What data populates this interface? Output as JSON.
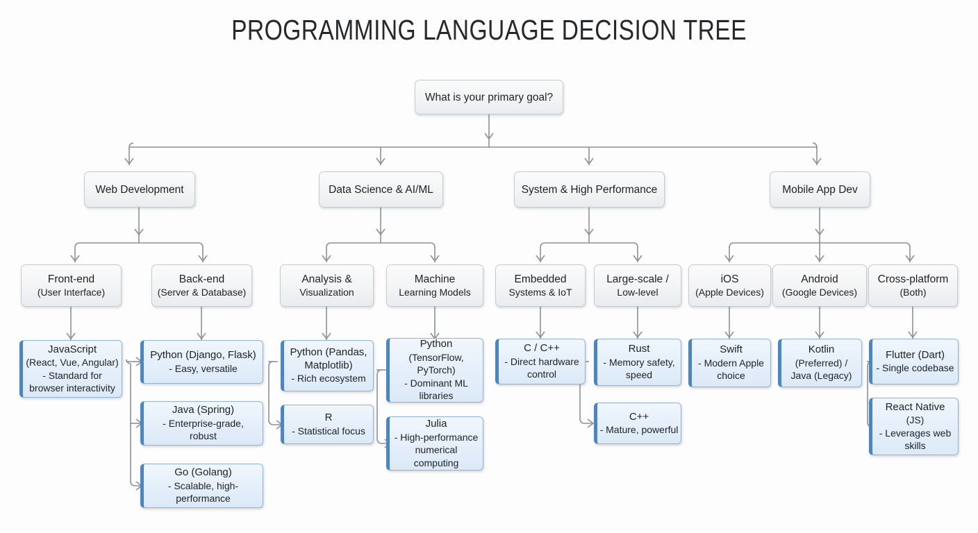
{
  "title": "PROGRAMMING LANGUAGE DECISION TREE",
  "colors": {
    "background": "#fdfdfd",
    "title_text": "#26292c",
    "connector": "#8b9096",
    "decision_fill": "#f2f4f5",
    "decision_border": "#c6cbd0",
    "leaf_fill": "#e4eefa",
    "leaf_border": "#8fb4da",
    "leaf_accent": "#4a86c5"
  },
  "root": {
    "id": "root",
    "label": "What is your primary goal?"
  },
  "branches": [
    {
      "id": "web-development",
      "label": "Web Development",
      "categories": [
        {
          "id": "front-end",
          "line1": "Front-end",
          "line2": "(User Interface)",
          "leaves": [
            {
              "id": "javascript",
              "lines": [
                "JavaScript",
                "(React, Vue, Angular)",
                "- Standard for",
                "browser interactivity"
              ]
            }
          ]
        },
        {
          "id": "back-end",
          "line1": "Back-end",
          "line2": "(Server & Database)",
          "leaves": [
            {
              "id": "python-django-flask",
              "lines": [
                "Python (Django, Flask)",
                "- Easy, versatile"
              ]
            },
            {
              "id": "java-spring",
              "lines": [
                "Java (Spring)",
                "- Enterprise-grade,",
                "robust"
              ]
            },
            {
              "id": "go-golang",
              "lines": [
                "Go (Golang)",
                "- Scalable, high-",
                "performance"
              ]
            }
          ]
        }
      ]
    },
    {
      "id": "data-science-ai-ml",
      "label": "Data Science & AI/ML",
      "categories": [
        {
          "id": "analysis-visualization",
          "line1": "Analysis &",
          "line2": "Visualization",
          "leaves": [
            {
              "id": "python-pandas-matplotlib",
              "lines": [
                "Python (Pandas,",
                "Matplotlib)",
                "- Rich ecosystem"
              ]
            },
            {
              "id": "r-language",
              "lines": [
                "R",
                "- Statistical focus"
              ]
            }
          ]
        },
        {
          "id": "machine-learning-models",
          "line1": "Machine",
          "line2": "Learning Models",
          "leaves": [
            {
              "id": "python-tensorflow-pytorch",
              "lines": [
                "Python",
                "(TensorFlow,",
                "PyTorch)",
                "- Dominant ML",
                "libraries"
              ]
            },
            {
              "id": "julia",
              "lines": [
                "Julia",
                "- High-performance",
                "numerical",
                "computing"
              ]
            }
          ]
        }
      ]
    },
    {
      "id": "system-high-performance",
      "label": "System & High Performance",
      "categories": [
        {
          "id": "embedded-systems-iot",
          "line1": "Embedded",
          "line2": "Systems & IoT",
          "leaves": [
            {
              "id": "c-cpp",
              "lines": [
                "C / C++",
                "- Direct hardware",
                "control"
              ]
            }
          ]
        },
        {
          "id": "large-scale-low-level",
          "line1": "Large-scale /",
          "line2": "Low-level",
          "leaves": [
            {
              "id": "rust",
              "lines": [
                "Rust",
                "- Memory safety,",
                "speed"
              ]
            },
            {
              "id": "cpp",
              "lines": [
                "C++",
                "- Mature, powerful"
              ]
            }
          ]
        }
      ]
    },
    {
      "id": "mobile-app-dev",
      "label": "Mobile App Dev",
      "categories": [
        {
          "id": "ios",
          "line1": "iOS",
          "line2": "(Apple Devices)",
          "leaves": [
            {
              "id": "swift",
              "lines": [
                "Swift",
                "- Modern Apple",
                "choice"
              ]
            }
          ]
        },
        {
          "id": "android",
          "line1": "Android",
          "line2": "(Google Devices)",
          "leaves": [
            {
              "id": "kotlin-java",
              "lines": [
                "Kotlin",
                "(Preferred) /",
                "Java (Legacy)"
              ]
            }
          ]
        },
        {
          "id": "cross-platform",
          "line1": "Cross-platform",
          "line2": "(Both)",
          "leaves": [
            {
              "id": "flutter-dart",
              "lines": [
                "Flutter (Dart)",
                "- Single codebase"
              ]
            },
            {
              "id": "react-native",
              "lines": [
                "React Native",
                "(JS)",
                "- Leverages web",
                "skills"
              ]
            }
          ]
        }
      ]
    }
  ]
}
